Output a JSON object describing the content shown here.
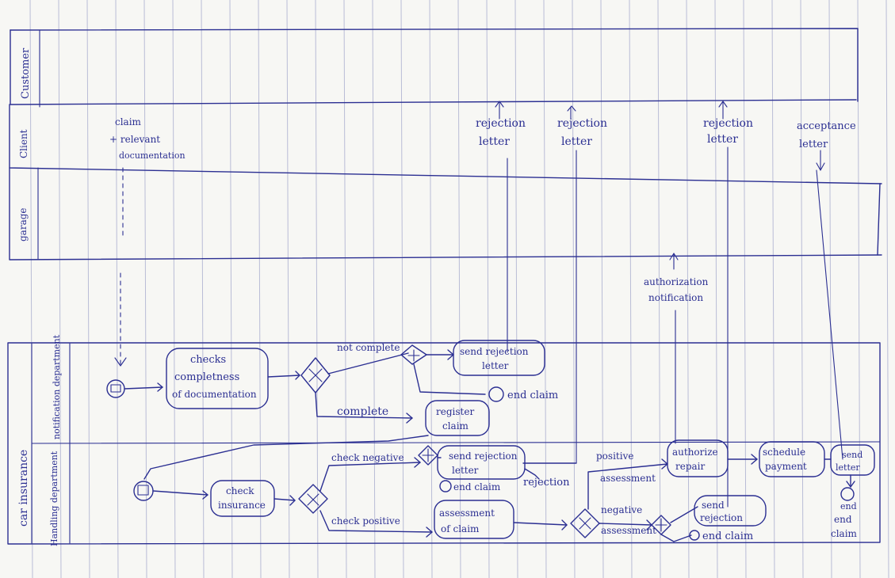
{
  "lanes": {
    "customer": "Customer",
    "client": "Client",
    "garage": "garage",
    "pool": "car insurance",
    "notification": "notification department",
    "handling": "Handling department"
  },
  "labels": {
    "claim_docs": [
      "claim",
      "+ relevant",
      "documentation"
    ],
    "rejection_letter_1": [
      "rejection",
      "letter"
    ],
    "rejection_letter_2": [
      "rejection",
      "letter"
    ],
    "rejection_letter_3": [
      "rejection",
      "letter"
    ],
    "acceptance_letter": [
      "acceptance",
      "letter"
    ],
    "authorization_notification": [
      "authorization",
      "notification"
    ],
    "not_complete": "not complete",
    "complete": "complete",
    "check_negative": "check negative",
    "check_positive": "check positive",
    "rejection": "rejection",
    "positive_assessment": [
      "positive",
      "assessment"
    ],
    "negative_assessment": [
      "negative",
      "assessment"
    ]
  },
  "tasks": {
    "check_completeness": [
      "checks",
      "completness",
      "of documentation"
    ],
    "send_rejection_letter_1": [
      "send rejection",
      "letter"
    ],
    "register_claim": [
      "register",
      "claim"
    ],
    "check_insurance": [
      "check",
      "insurance"
    ],
    "send_rejection_letter_2": [
      "send rejection",
      "letter"
    ],
    "assessment_of_claim": [
      "assessment",
      "of claim"
    ],
    "authorize_repair": [
      "authorize",
      "repair"
    ],
    "schedule_payment": [
      "schedule",
      "payment"
    ],
    "send_letter": [
      "send",
      "letter"
    ],
    "send_rejection": [
      "send",
      "rejection"
    ]
  },
  "events": {
    "end_claim_1": "end claim",
    "end_claim_2": "end claim",
    "end_claim_3": "end claim",
    "end_claim_4": [
      "end",
      "end",
      "claim"
    ]
  }
}
